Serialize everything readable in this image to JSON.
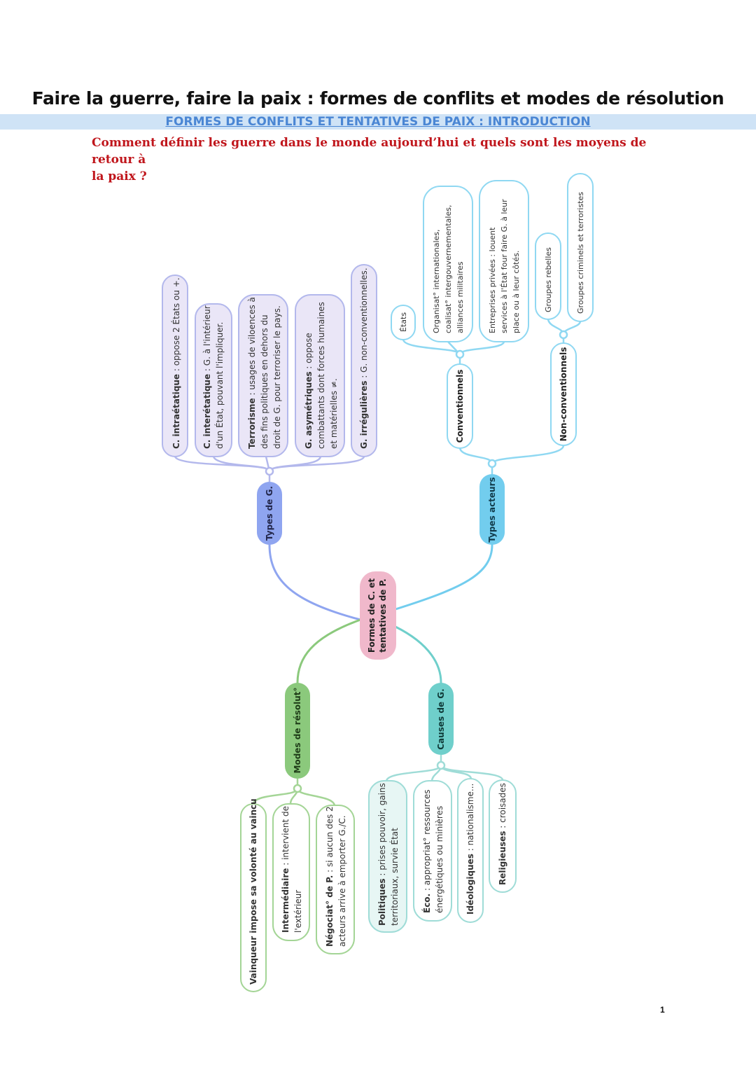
{
  "page": {
    "title": "Faire la guerre, faire la paix : formes de conflits et modes de résolution",
    "subtitle": "FORMES DE CONFLITS ET TENTATIVES DE PAIX : INTRODUCTION",
    "question_line1": "Comment définir les guerre dans le monde aujourd’hui et quels sont les moyens de retour à",
    "question_line2": "la paix ?",
    "page_number": "1"
  },
  "mindmap": {
    "center": {
      "line1": "Formes de C. et",
      "line2": "tentatives de P."
    },
    "types_g": {
      "label": "Types de G.",
      "leaves": [
        {
          "bold": "C. intraétatique",
          "rest": " : oppose 2 États ou +."
        },
        {
          "bold": "C. interétatique",
          "rest": " : G. à l'intérieur",
          "line2": "d'un État, pouvant l'impliquer."
        },
        {
          "bold": "Terrorisme",
          "rest": " : usages de viloences à",
          "line2": "des fins politiques en dehors du",
          "line3": "droit de G. pour terroriser le pays."
        },
        {
          "bold": "G. asymétriques",
          "rest": " : oppose",
          "line2": "combattants dont forces humaines",
          "line3": "et matérielles ≠."
        },
        {
          "bold": "G. irrégulières",
          "rest": " : G. non-conventionnelles."
        }
      ]
    },
    "types_acteurs": {
      "label": "Types acteurs",
      "conventionnels": {
        "label": "Conventionnels",
        "leaves": [
          {
            "line1": "États"
          },
          {
            "line1": "Organisat° internationales,",
            "line2": "coalisat° intergouvernementales,",
            "line3": "alliances militaires"
          },
          {
            "line1": "Entreprises privées : louent",
            "line2": "services à l'État four faire G. à leur",
            "line3": "place ou à leur côtés."
          }
        ]
      },
      "non_conventionnels": {
        "label": "Non-conventionnels",
        "leaves": [
          {
            "line1": "Groupes rebelles"
          },
          {
            "line1": "Groupes criminels et terroristes"
          }
        ]
      }
    },
    "modes_resolution": {
      "label": "Modes de résolut°",
      "leaves": [
        {
          "bold": "Vainqueur impose sa volonté au vaincu"
        },
        {
          "bold": "Intermédiaire",
          "rest": " : intervient de",
          "line2": "l'extérieur"
        },
        {
          "bold": "Négociat° de P.",
          "rest": " : si aucun des 2",
          "line2": "acteurs arrive à emporter G./C."
        }
      ]
    },
    "causes_g": {
      "label": "Causes de G.",
      "leaves": [
        {
          "bold": "Politiques",
          "rest": " : prises pouvoir, gains",
          "line2": "territoriaux, survie État"
        },
        {
          "bold": "Éco.",
          "rest": " : appropriat° ressources",
          "line2": "énergétiques ou minières"
        },
        {
          "bold": "Idéologiques",
          "rest": " : nationalisme..."
        },
        {
          "bold": "Religieuses",
          "rest": " : croisades"
        }
      ]
    },
    "colors": {
      "center": "#f0b8cb",
      "types_g": "#8fa5f0",
      "types_g_leaf_fill": "#eae6f7",
      "types_g_leaf_stroke": "#b3b8ec",
      "acteurs": "#72cdee",
      "acteurs_leaf_stroke": "#8fd8f2",
      "modes": "#8bc97c",
      "modes_leaf_stroke": "#a4d596",
      "causes": "#6fcfcb",
      "causes_leaf_fill": "#e7f6f4",
      "causes_leaf_stroke": "#9fdcd7"
    }
  }
}
